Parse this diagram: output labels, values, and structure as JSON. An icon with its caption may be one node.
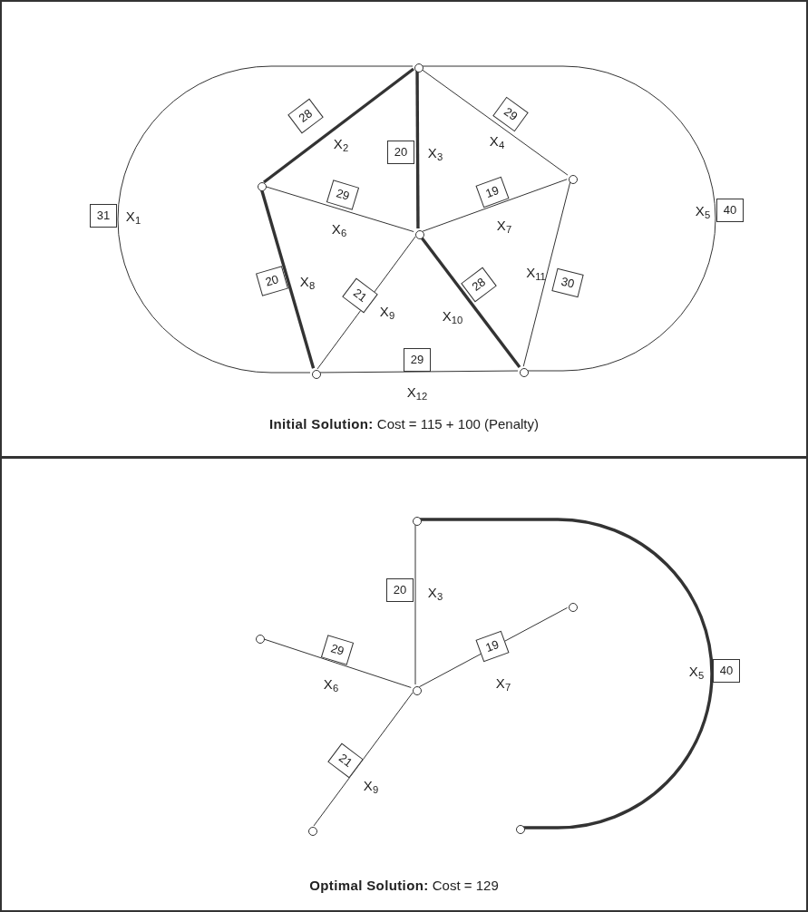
{
  "diagram": {
    "nodes": [
      {
        "text": [
          "**Initial Solution:** Cost = 115 + 100 (Penalty)"
        ]
      },
      {
        "text": [],
        "shape": "circle",
        "in": 0
      },
      {
        "text": [],
        "shape": "circle",
        "in": 0
      },
      {
        "text": [],
        "shape": "circle",
        "in": 0
      },
      {
        "text": [],
        "shape": "circle",
        "in": 0
      },
      {
        "text": [],
        "shape": "circle",
        "in": 0
      },
      {
        "text": [],
        "shape": "circle",
        "in": 0
      },
      {
        "text": [
          "**Optimal Solution:** Cost = 129"
        ]
      },
      {
        "text": [],
        "shape": "circle",
        "in": 7
      },
      {
        "text": [],
        "shape": "circle",
        "in": 7
      },
      {
        "text": [],
        "shape": "circle",
        "in": 7
      },
      {
        "text": [],
        "shape": "circle",
        "in": 7
      },
      {
        "text": [],
        "shape": "circle",
        "in": 7
      },
      {
        "text": [],
        "shape": "circle",
        "in": 7
      }
    ],
    "edges": [
      {
        "from": 1,
        "to": 5,
        "arrow": "none",
        "label": "X$_{1}$"
      },
      {
        "from": 1,
        "to": 2,
        "arrow": "none",
        "label": "X$_{2}$",
        "style": "thick"
      },
      {
        "from": 1,
        "to": 4,
        "arrow": "none",
        "label": "X$_{3}$",
        "style": "thick"
      },
      {
        "from": 1,
        "to": 3,
        "arrow": "none",
        "label": "X$_{4}$"
      },
      {
        "from": 1,
        "to": 6,
        "arrow": "none",
        "label": "X$_{5}$"
      },
      {
        "from": 2,
        "to": 4,
        "arrow": "none",
        "label": "X$_{6}$"
      },
      {
        "from": 4,
        "to": 3,
        "arrow": "none",
        "label": "X$_{7}$"
      },
      {
        "from": 2,
        "to": 5,
        "arrow": "none",
        "label": "X$_{8}$",
        "style": "thick"
      },
      {
        "from": 4,
        "to": 5,
        "arrow": "none",
        "label": "X$_{9}$"
      },
      {
        "from": 4,
        "to": 6,
        "arrow": "none",
        "label": "X$_{10}$",
        "style": "thick"
      },
      {
        "from": 3,
        "to": 6,
        "arrow": "none",
        "label": "X$_{11}$"
      },
      {
        "from": 5,
        "to": 6,
        "arrow": "none",
        "label": "X$_{12}$"
      },
      {
        "from": 8,
        "to": 11,
        "arrow": "none",
        "label": "X$_{3}$"
      },
      {
        "from": 9,
        "to": 11,
        "arrow": "none",
        "label": "X$_{6}$"
      },
      {
        "from": 11,
        "to": 10,
        "arrow": "none",
        "label": "X$_{7}$"
      },
      {
        "from": 11,
        "to": 12,
        "arrow": "none",
        "label": "X$_{9}$"
      },
      {
        "from": 8,
        "to": 13,
        "arrow": "none",
        "label": "X$_{5}$",
        "style": "thick"
      }
    ],
    "labels": [
      "28",
      "29",
      "20",
      "31",
      "29",
      "19",
      "40",
      "20",
      "21",
      "28",
      "30",
      "29",
      "20",
      "29",
      "19",
      "40",
      "21"
    ]
  }
}
